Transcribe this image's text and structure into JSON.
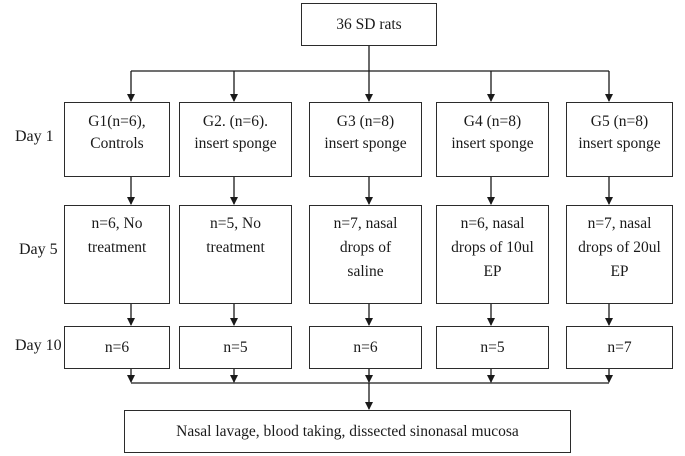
{
  "root": "36 SD rats",
  "days": [
    "Day 1",
    "Day 5",
    "Day 10"
  ],
  "groups": [
    {
      "day1": [
        "G1(n=6),",
        "Controls"
      ],
      "day5": [
        "n=6, No",
        "treatment"
      ],
      "day10": "n=6"
    },
    {
      "day1": [
        "G2. (n=6).",
        "insert sponge"
      ],
      "day5": [
        "n=5, No",
        "treatment"
      ],
      "day10": "n=5"
    },
    {
      "day1": [
        "G3 (n=8)",
        "insert sponge"
      ],
      "day5": [
        "n=7, nasal",
        "drops of",
        "saline"
      ],
      "day10": "n=6"
    },
    {
      "day1": [
        "G4 (n=8)",
        "insert sponge"
      ],
      "day5": [
        "n=6, nasal",
        "drops of 10ul",
        "EP"
      ],
      "day10": "n=5"
    },
    {
      "day1": [
        "G5 (n=8)",
        "insert sponge"
      ],
      "day5": [
        "n=7, nasal",
        "drops of 20ul",
        "EP"
      ],
      "day10": "n=7"
    }
  ],
  "final": "Nasal lavage, blood taking, dissected sinonasal mucosa"
}
